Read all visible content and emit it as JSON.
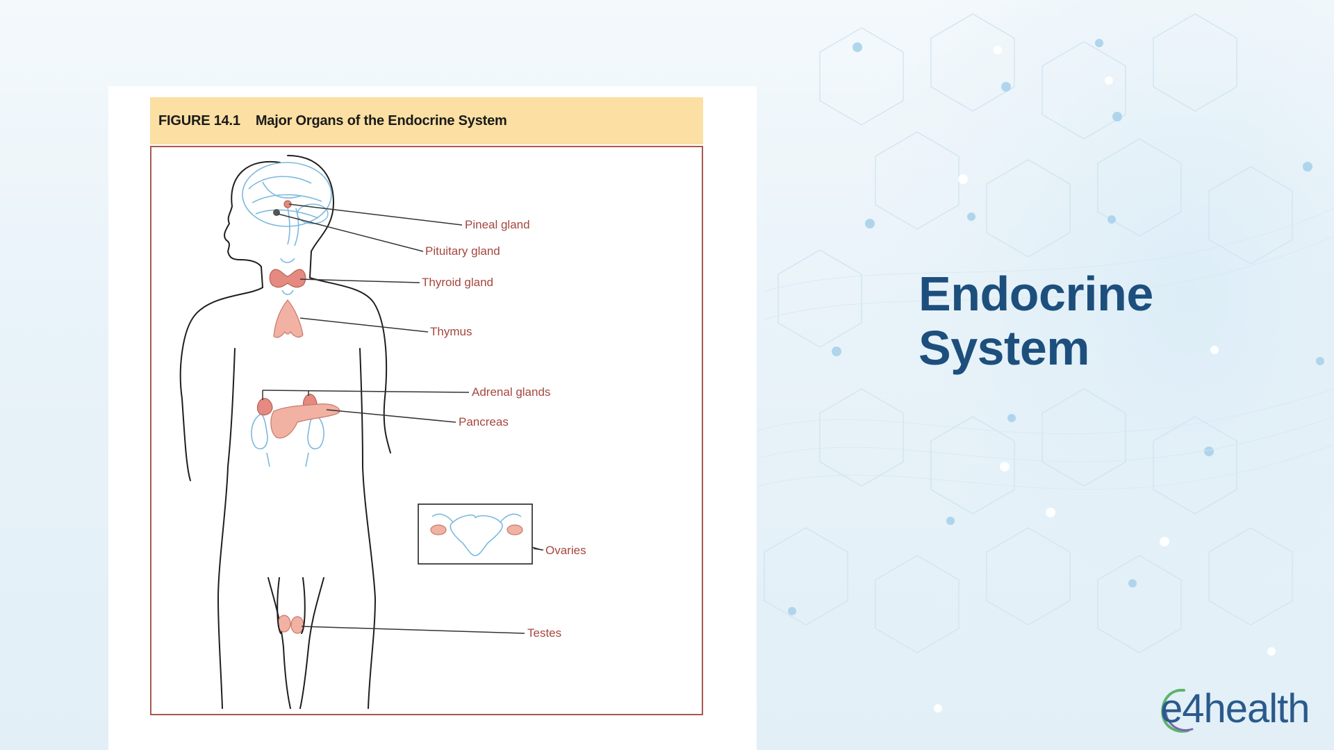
{
  "figure": {
    "number": "FIGURE 14.1",
    "title": "Major Organs of the Endocrine System"
  },
  "labels": {
    "pineal": "Pineal gland",
    "pituitary": "Pituitary gland",
    "thyroid": "Thyroid gland",
    "thymus": "Thymus",
    "adrenal": "Adrenal glands",
    "pancreas": "Pancreas",
    "ovaries": "Ovaries",
    "testes": "Testes"
  },
  "slide": {
    "title_line1": "Endocrine",
    "title_line2": "System"
  },
  "brand": {
    "logo_text": "e4health"
  },
  "colors": {
    "title": "#1d4f7d",
    "header_fill": "#fbdfa3",
    "frame_border": "#a8574e",
    "label_text": "#a5463d",
    "organ_fill": "#f1b1a3",
    "vessel_blue": "#7ab9dd"
  }
}
